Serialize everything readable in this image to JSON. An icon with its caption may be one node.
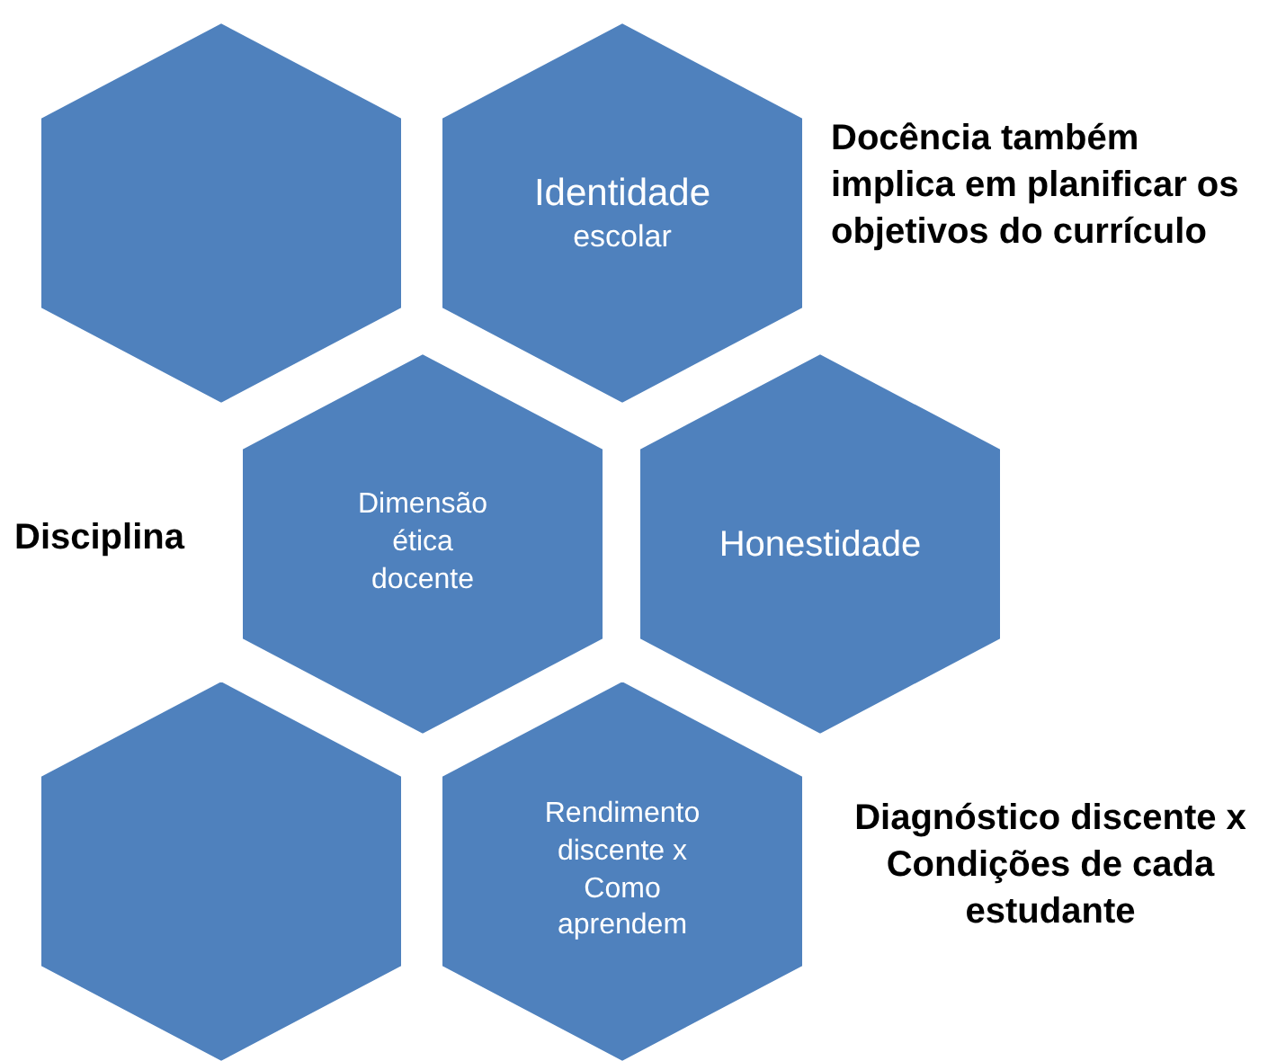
{
  "diagram": {
    "nodes": [
      {
        "text": [],
        "shape": "hexagon"
      },
      {
        "text": [
          "Identidade",
          "escolar"
        ],
        "beside": [
          "Docência também implica em planificar os objetivos do currículo"
        ]
      },
      {
        "text": [
          "Dimensão ética docente"
        ],
        "beside": [
          "Disciplina"
        ]
      },
      {
        "text": [
          "Honestidade"
        ]
      },
      {
        "text": [],
        "shape": "hexagon"
      },
      {
        "text": [
          "Rendimento discente x Como aprendem"
        ],
        "beside": [
          "Diagnóstico discente x Condições de cada estudante"
        ]
      }
    ]
  }
}
